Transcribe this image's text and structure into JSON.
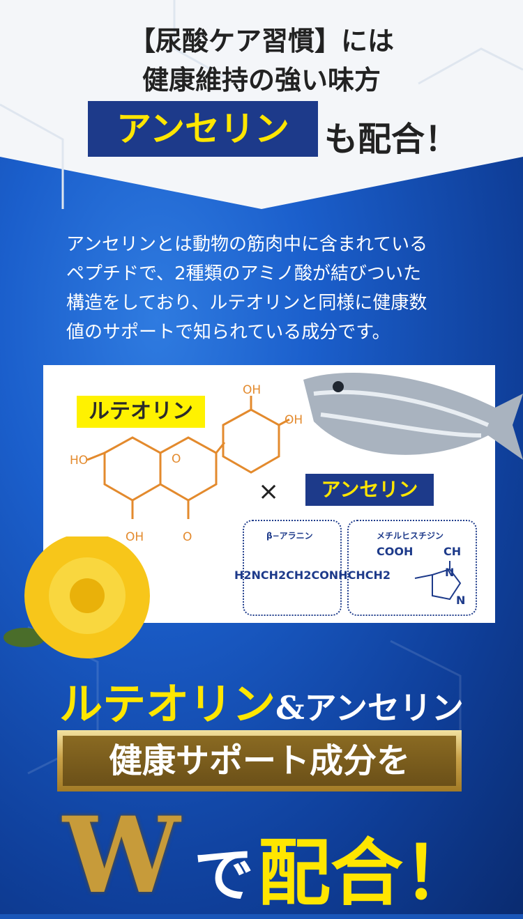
{
  "header": {
    "line1": "【尿酸ケア習慣】には",
    "line2": "健康維持の強い味方",
    "highlight": "アンセリン",
    "suffix": "も配合！"
  },
  "intro": {
    "lines": [
      "アンセリンとは動物の筋肉中に含まれている",
      "ペプチドで、2種類のアミノ酸が結びついた",
      "構造をしており、ルテオリンと同様に健康数",
      "値のサポートで知られている成分です。"
    ]
  },
  "diagram": {
    "luteolin_label": "ルテオリン",
    "anserine_label": "アンセリン",
    "times": "×",
    "beta_alanine": "β−アラニン",
    "methylhistidine": "メチルヒスチジン",
    "formula": "H2NCH2CH2CONHCHCH2",
    "cooh": "COOH",
    "ch": "CH",
    "n1": "N",
    "n2": "N",
    "oh1": "OH",
    "oh2": "OH",
    "ho": "HO",
    "oh3": "OH",
    "o1": "O",
    "o2": "O"
  },
  "bottom": {
    "line1_left": "ルテオリン",
    "line1_right": "&アンセリン",
    "gold_text": "健康サポート成分を",
    "w": "W",
    "de": "で",
    "haigo": "配合！"
  },
  "colors": {
    "navy": "#1d3a8a",
    "yellow": "#ffe600",
    "orange": "#e38a2d",
    "blue": "#1b5fcc"
  }
}
